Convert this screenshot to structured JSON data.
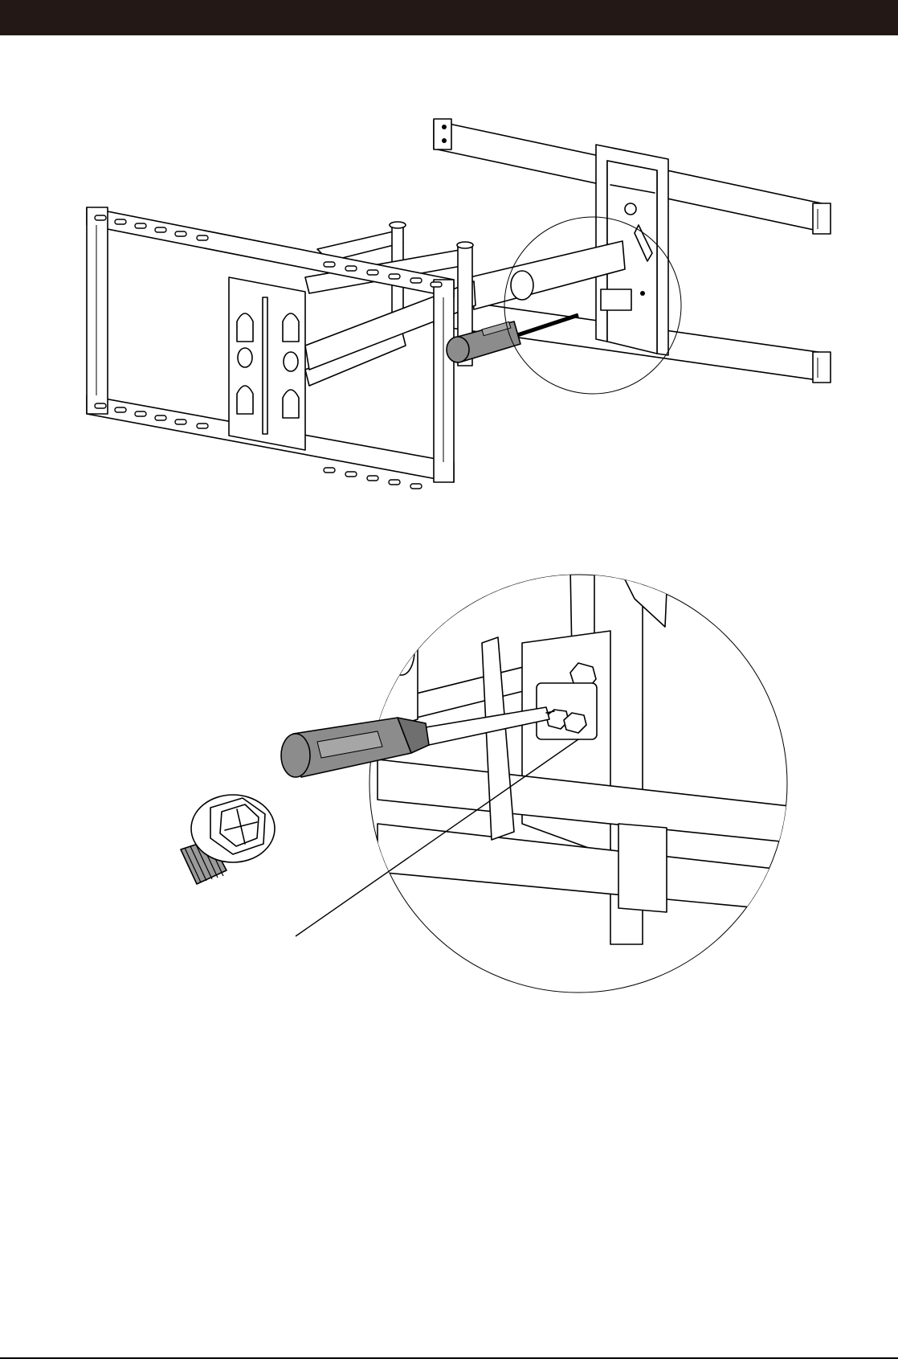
{
  "page": {
    "header_band_color": "#231815",
    "rule_color": "#000000"
  },
  "figures": {
    "overview": {
      "icon": "tv-mount-assembly-illustration",
      "detail_callout": "magnifier-circle"
    },
    "detail": {
      "icon": "screwdriver-tightening-bolt-illustration",
      "part_icon": "hex-flange-bolt-icon"
    }
  },
  "colors": {
    "line": "#000000",
    "screwdriver_handle": "#8c8c8c",
    "screwdriver_grip": "#a6a6a6",
    "bolt_thread": "#9a9a9a"
  }
}
